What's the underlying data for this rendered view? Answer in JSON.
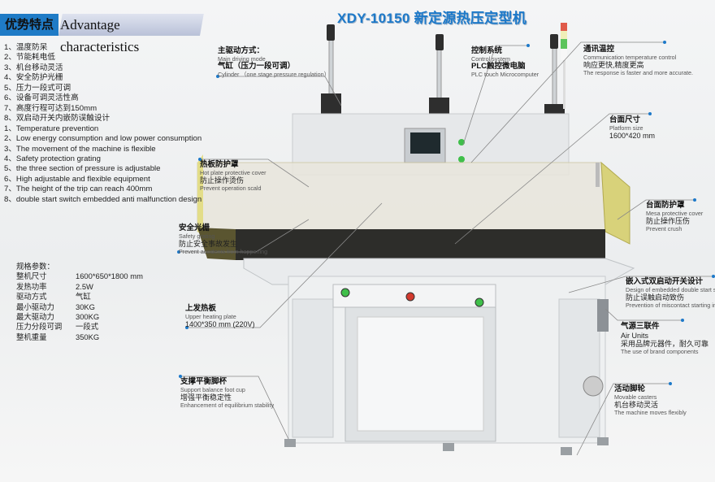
{
  "title": "XDY-10150 新定源热压定型机",
  "advantages": {
    "heading_cn": "优势特点",
    "heading_en": "Advantage characteristics",
    "items_cn": [
      "1、温度防呆",
      "2、节能耗电低",
      "3、机台移动灵活",
      "4、安全防护光栅",
      "5、压力一段式可调",
      "6、设备可调灵活性高",
      "7、高度行程可达到150mm",
      "8、双启动开关内嵌防误触设计"
    ],
    "items_en": [
      "1、Temperature prevention",
      "2、Low energy consumption and low power consumption",
      "3、The movement of the machine is flexible",
      "4、Safety protection grating",
      "5、the three section of pressure is adjustable",
      "6、High adjustable and flexible equipment",
      "7、The height of the trip can reach 400mm",
      "8、double start switch embedded anti malfunction design"
    ]
  },
  "specs": {
    "heading": "规格参数：",
    "rows": [
      {
        "label": "整机尺寸",
        "value": "1600*650*1800 mm"
      },
      {
        "label": "发热功率",
        "value": "2.5W"
      },
      {
        "label": "驱动方式",
        "value": "气缸"
      },
      {
        "label": "最小驱动力",
        "value": "30KG"
      },
      {
        "label": "最大驱动力",
        "value": "300KG"
      },
      {
        "label": "压力分段可调",
        "value": "一段式"
      },
      {
        "label": "整机重量",
        "value": "350KG"
      }
    ]
  },
  "callouts": {
    "main_drive": {
      "h": "主驱动方式：",
      "s": "Main driving mode",
      "m": "气缸（压力一段可调）",
      "s2": "Cylinder （one stage pressure regulation）"
    },
    "control": {
      "h": "控制系统",
      "s": "Control system",
      "m": "PLC触控微电脑",
      "s2": "PLC touch Microcomputer"
    },
    "comm": {
      "h": "通讯温控",
      "s": "Communication temperature control",
      "m": "响应更快,精度更高",
      "s2": "The response is faster and more accurate."
    },
    "platform": {
      "h": "台面尺寸",
      "s": "Platform size",
      "m": "1600*420 mm"
    },
    "hot_plate": {
      "h": "热板防护罩",
      "s": "Hot plate protective cover",
      "m": "防止操作烫伤",
      "s2": "Prevent operation scald"
    },
    "mesa": {
      "h": "台面防护罩",
      "s": "Mesa protective cover",
      "m": "防止操作压伤",
      "s2": "Prevent crush"
    },
    "grating": {
      "h": "安全光栅",
      "s": "Safety grating",
      "m": "防止安全事故发生",
      "s2": "Prevent accidents from happening"
    },
    "switch": {
      "h": "嵌入式双启动开关设计",
      "s": "Design of embedded double start switch",
      "m": "防止误触启动致伤",
      "s2": "Prevention of miscontact starting injury"
    },
    "heating": {
      "h": "上发热板",
      "s": "Upper heating plate",
      "m": "1400*350 mm (220V)"
    },
    "air": {
      "h": "气源三联件",
      "s": "Air Units",
      "m": "采用品牌元器件，耐久可靠",
      "s2": "The use of brand components"
    },
    "foot": {
      "h": "支撑平衡脚杯",
      "s": "Support balance foot cup",
      "m": "增强平衡稳定性",
      "s2": "Enhancement of equilibrium stability"
    },
    "casters": {
      "h": "活动脚轮",
      "s": "Movable casters",
      "m": "机台移动灵活",
      "s2": "The machine moves flexibly"
    }
  },
  "colors": {
    "accent": "#1d79c9",
    "mesh": "#d8d27a",
    "dark": "#2b2b2b"
  }
}
